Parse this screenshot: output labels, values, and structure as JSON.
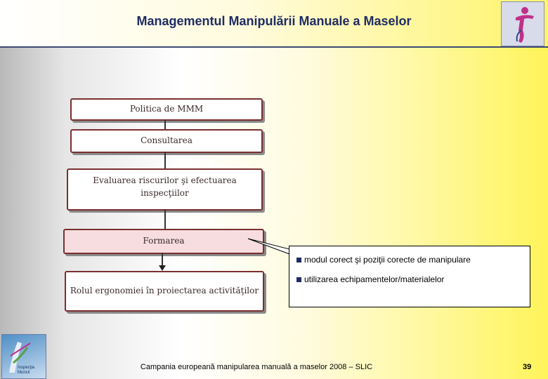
{
  "header": {
    "title": "Managementul Manipulării Manuale a Maselor"
  },
  "flow": {
    "box1": "Politica de MMM",
    "box2": "Consultarea",
    "box3_line1": "Evaluarea riscurilor şi efectuarea",
    "box3_line2": "inspecţiilor",
    "box4": "Formarea",
    "box5": "Rolul ergonomiei în proiectarea activităţilor"
  },
  "callout": {
    "items": [
      "modul corect şi poziţii corecte de manipulare",
      "utilizarea echipamentelor/materialelor"
    ]
  },
  "logo_bottom": {
    "line1": "Inspecţia",
    "line2": "Muncii"
  },
  "footer": {
    "text": "Campania europeană manipularea manuală a maselor 2008 – SLIC",
    "page": "39"
  },
  "colors": {
    "title": "#1f2c63",
    "box_border": "#7a2f2f",
    "box_highlight": "#f7dde0"
  },
  "icons": {
    "logo_top": "figure-logo-icon",
    "logo_bottom": "labour-inspection-logo-icon",
    "bullet": "square-bullet-icon"
  }
}
